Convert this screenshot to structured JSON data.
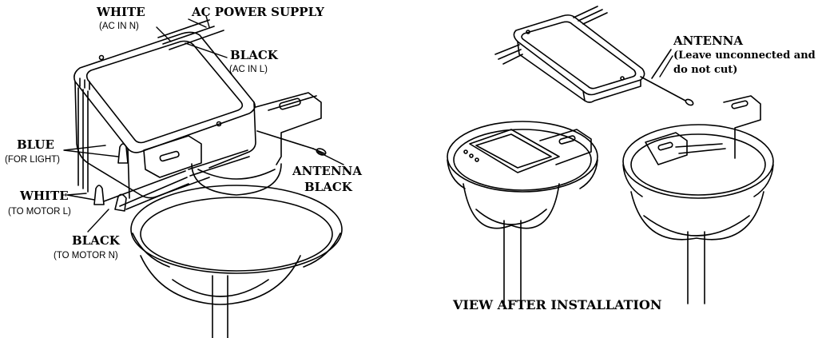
{
  "labels": {
    "white": "WHITE",
    "ac_in_n": "(AC IN N)",
    "ac_power_supply": "AC POWER SUPPLY",
    "black_ac": "BLACK",
    "ac_in_l": "(AC IN L)",
    "blue": "BLUE",
    "for_light": "(FOR LIGHT)",
    "white_motor": "WHITE",
    "to_motor_l": "(TO MOTOR L)",
    "black_motor": "BLACK",
    "to_motor_n": "(TO MOTOR N)",
    "antenna_black_1": "ANTENNA",
    "antenna_black_2": "BLACK",
    "antenna": "ANTENNA",
    "antenna_note_1": "(Leave unconnected and",
    "antenna_note_2": "do not cut)",
    "view_after": "VIEW AFTER INSTALLATION"
  },
  "colors": {
    "line": "#000000",
    "background": "#ffffff"
  }
}
